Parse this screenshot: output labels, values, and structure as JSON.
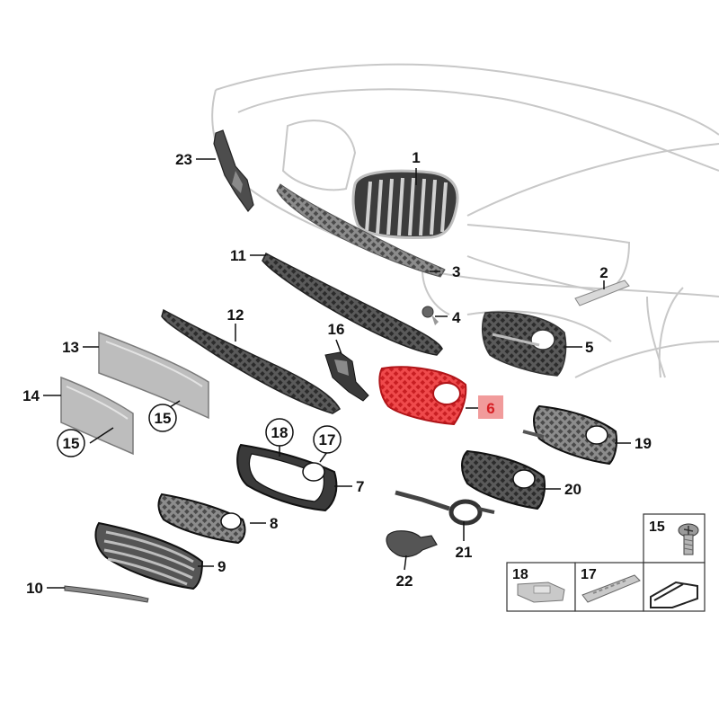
{
  "highlight_color": "#e0282b",
  "highlight_box_color": "#f19b9b",
  "callouts": [
    {
      "id": "1",
      "label": "1"
    },
    {
      "id": "2",
      "label": "2"
    },
    {
      "id": "3",
      "label": "3"
    },
    {
      "id": "4",
      "label": "4"
    },
    {
      "id": "5",
      "label": "5"
    },
    {
      "id": "6",
      "label": "6"
    },
    {
      "id": "7",
      "label": "7"
    },
    {
      "id": "8",
      "label": "8"
    },
    {
      "id": "9",
      "label": "9"
    },
    {
      "id": "10",
      "label": "10"
    },
    {
      "id": "11",
      "label": "11"
    },
    {
      "id": "12",
      "label": "12"
    },
    {
      "id": "13",
      "label": "13"
    },
    {
      "id": "14",
      "label": "14"
    },
    {
      "id": "15a",
      "label": "15"
    },
    {
      "id": "15b",
      "label": "15"
    },
    {
      "id": "16",
      "label": "16"
    },
    {
      "id": "17",
      "label": "17"
    },
    {
      "id": "18",
      "label": "18"
    },
    {
      "id": "19",
      "label": "19"
    },
    {
      "id": "20",
      "label": "20"
    },
    {
      "id": "21",
      "label": "21"
    },
    {
      "id": "22",
      "label": "22"
    },
    {
      "id": "23",
      "label": "23"
    }
  ],
  "legend": {
    "cell_15": "15",
    "cell_18": "18",
    "cell_17": "17"
  },
  "highlighted_part": "6"
}
